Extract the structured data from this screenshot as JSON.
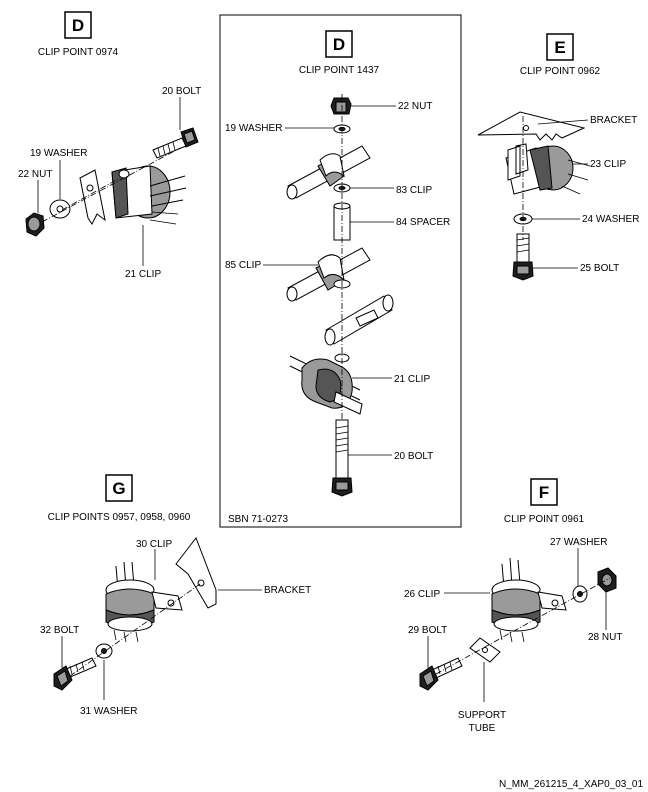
{
  "views": {
    "D1": {
      "letter": "D",
      "title": "CLIP POINT 0974",
      "labels": {
        "bolt": "20 BOLT",
        "washer": "19 WASHER",
        "nut": "22 NUT",
        "clip": "21 CLIP"
      }
    },
    "D2": {
      "letter": "D",
      "title": "CLIP POINT 1437",
      "ref": "SBN 71-0273",
      "labels": {
        "nut": "22 NUT",
        "washer": "19 WASHER",
        "clip83": "83 CLIP",
        "spacer": "84 SPACER",
        "clip85": "85 CLIP",
        "clip21": "21 CLIP",
        "bolt": "20 BOLT"
      }
    },
    "E": {
      "letter": "E",
      "title": "CLIP POINT 0962",
      "labels": {
        "bracket": "BRACKET",
        "clip": "23 CLIP",
        "washer": "24 WASHER",
        "bolt": "25 BOLT"
      }
    },
    "G": {
      "letter": "G",
      "title": "CLIP POINTS 0957, 0958, 0960",
      "labels": {
        "clip": "30 CLIP",
        "bracket": "BRACKET",
        "bolt": "32 BOLT",
        "washer": "31 WASHER"
      }
    },
    "F": {
      "letter": "F",
      "title": "CLIP POINT 0961",
      "labels": {
        "washer": "27 WASHER",
        "clip": "26 CLIP",
        "nut": "28 NUT",
        "bolt": "29 BOLT",
        "tube1": "SUPPORT",
        "tube2": "TUBE"
      }
    }
  },
  "footer": {
    "drawing_id": "N_MM_261215_4_XAP0_03_01"
  }
}
